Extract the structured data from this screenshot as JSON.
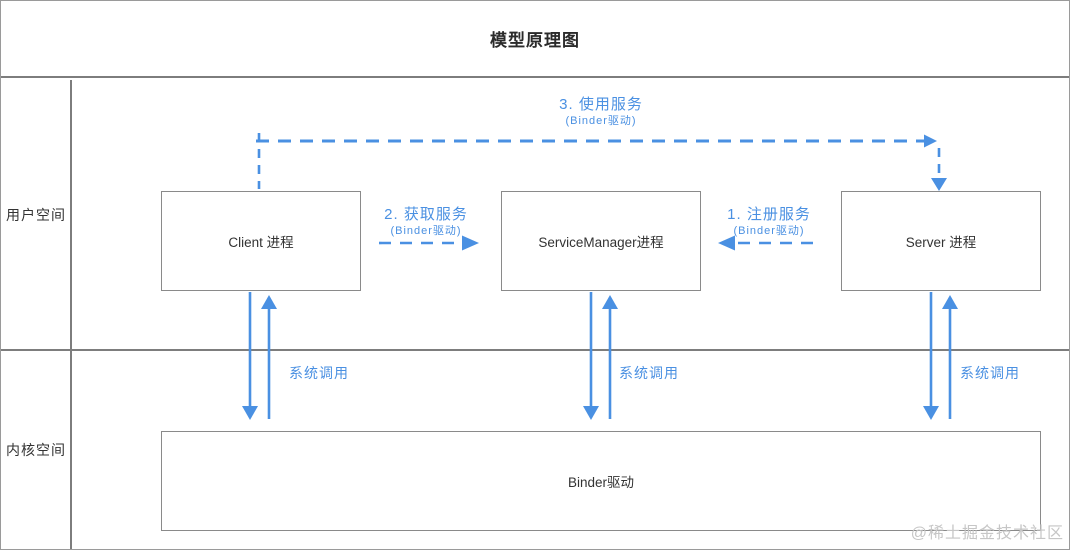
{
  "title": "模型原理图",
  "lanes": {
    "user_space": "用户空间",
    "kernel_space": "内核空间"
  },
  "boxes": {
    "client": "Client 进程",
    "service_manager": "ServiceManager进程",
    "server": "Server 进程",
    "binder_driver": "Binder驱动"
  },
  "flows": {
    "use_service": {
      "step": "3. 使用服务",
      "via": "(Binder驱动)"
    },
    "get_service": {
      "step": "2. 获取服务",
      "via": "(Binder驱动)"
    },
    "register_service": {
      "step": "1. 注册服务",
      "via": "(Binder驱动)"
    },
    "syscall": "系统调用"
  },
  "colors": {
    "accent": "#4a90e2",
    "border": "#7d7d7d",
    "box-border": "#8a8a8a",
    "text": "#333333",
    "watermark": "#c6c6c6"
  },
  "watermark": "@稀土掘金技术社区"
}
